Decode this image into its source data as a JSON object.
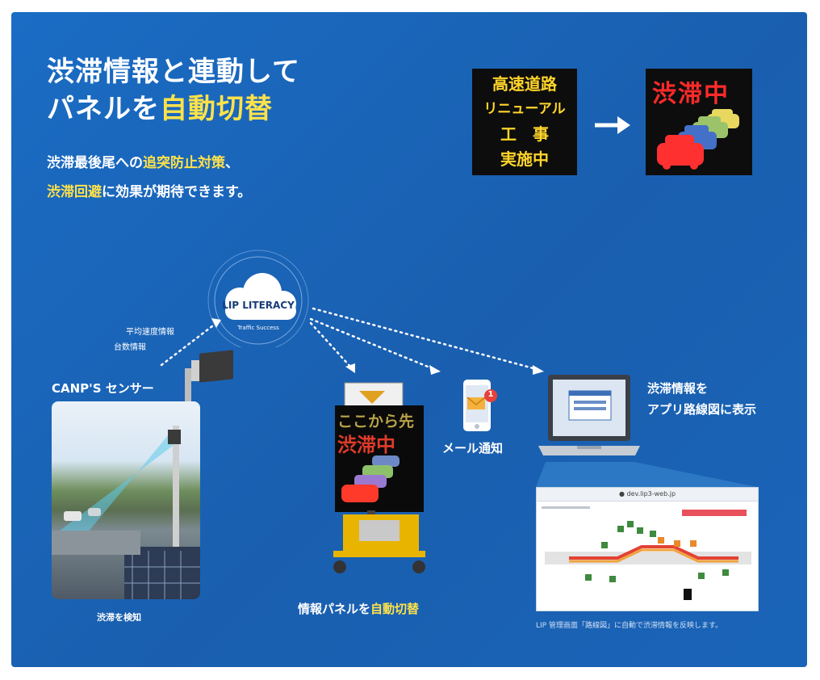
{
  "title": {
    "line1": "渋滞情報と連動して",
    "line2_prefix": "パネルを",
    "line2_highlight": "自動切替"
  },
  "subtitle": {
    "l1_a": "渋滞最後尾への",
    "l1_hl": "追突防止対策",
    "l1_b": "、",
    "l2_hl": "渋滞回避",
    "l2_b": "に効果が期待できます。"
  },
  "sign_before": {
    "lines": [
      "高速道路",
      "リニューアル",
      "工　事",
      "実施中"
    ]
  },
  "sign_after": {
    "text": "渋滞中"
  },
  "cloud": {
    "name": "LIP LITERACY",
    "tagline": "Traffic Success"
  },
  "sensor": {
    "data1": "平均速度情報",
    "data2": "台数情報",
    "label": "CANP'S センサー",
    "caption": "渋滞を検知"
  },
  "panel_board": {
    "line1": "ここから先",
    "line2": "渋滞中",
    "caption_prefix": "情報パネルを",
    "caption_highlight": "自動切替"
  },
  "phone": {
    "badge": "1",
    "label": "メール通知"
  },
  "laptop": {
    "label1": "渋滞情報を",
    "label2": "アプリ路線図に表示"
  },
  "browser": {
    "url": "dev.lip3-web.jp",
    "caption": "LIP 管理画面「路線図」に自動で渋滞情報を反映します。"
  },
  "colors": {
    "background": "#1a64b8",
    "highlight": "#ffe24a",
    "led_yellow": "#ffd52a",
    "led_red": "#ff2a2a"
  }
}
